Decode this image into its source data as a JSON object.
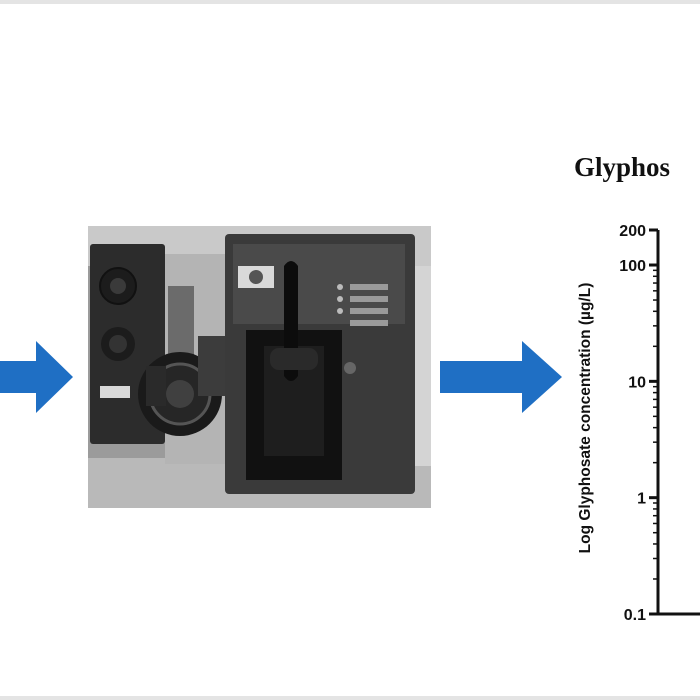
{
  "diagram": {
    "arrow_color": "#1f6fc4",
    "photo_icon": "hplc-ms-instrument-photo"
  },
  "chart_data": {
    "type": "scatter",
    "title": "Glyphos",
    "ylabel": "Log Glyphosate concentration (µg/L)",
    "yscale": "log",
    "ylim": [
      0.1,
      200
    ],
    "yticks": [
      {
        "value": 200,
        "label": "200"
      },
      {
        "value": 100,
        "label": "100"
      },
      {
        "value": 10,
        "label": "10"
      },
      {
        "value": 1,
        "label": "1"
      },
      {
        "value": 0.1,
        "label": "0.1"
      }
    ],
    "series": []
  }
}
